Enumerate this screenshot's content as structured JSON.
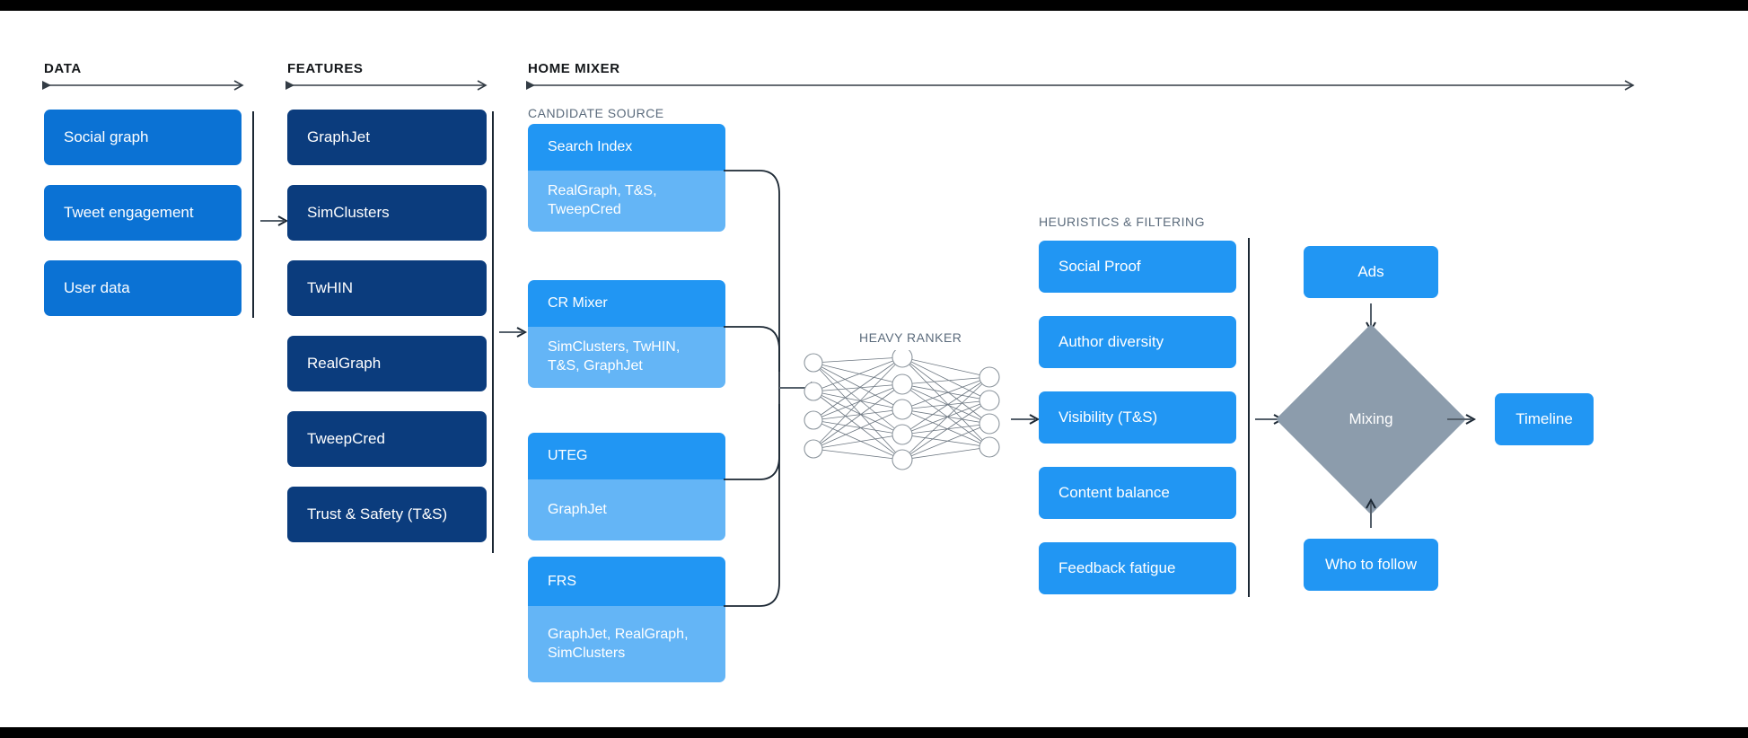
{
  "sections": {
    "data": {
      "title": "DATA"
    },
    "features": {
      "title": "FEATURES"
    },
    "home_mixer": {
      "title": "HOME MIXER"
    },
    "candidate_source": {
      "title": "CANDIDATE SOURCE"
    },
    "heavy_ranker": {
      "title": "HEAVY RANKER"
    },
    "heuristics": {
      "title": "HEURISTICS & FILTERING"
    }
  },
  "data_boxes": [
    {
      "label": "Social graph"
    },
    {
      "label": "Tweet engagement"
    },
    {
      "label": "User data"
    }
  ],
  "feature_boxes": [
    {
      "label": "GraphJet"
    },
    {
      "label": "SimClusters"
    },
    {
      "label": "TwHIN"
    },
    {
      "label": "RealGraph"
    },
    {
      "label": "TweepCred"
    },
    {
      "label": "Trust & Safety (T&S)"
    }
  ],
  "candidate_sources": [
    {
      "name": "Search Index",
      "features": "RealGraph, T&S, TweepCred"
    },
    {
      "name": "CR Mixer",
      "features": "SimClusters, TwHIN, T&S, GraphJet"
    },
    {
      "name": "UTEG",
      "features": "GraphJet"
    },
    {
      "name": "FRS",
      "features": "GraphJet, RealGraph, SimClusters"
    }
  ],
  "heuristics_boxes": [
    {
      "label": "Social Proof"
    },
    {
      "label": "Author diversity"
    },
    {
      "label": "Visibility (T&S)"
    },
    {
      "label": "Content balance"
    },
    {
      "label": "Feedback fatigue"
    }
  ],
  "output": {
    "ads": "Ads",
    "mixing": "Mixing",
    "who_to_follow": "Who to follow",
    "timeline": "Timeline"
  },
  "neural_net": {
    "input_nodes": 4,
    "hidden_nodes": 5,
    "output_nodes": 4
  },
  "colors": {
    "data_blue": "#0b72d4",
    "feature_navy": "#0b3c7d",
    "candidate_head": "#2196f3",
    "candidate_body": "#64b5f6",
    "heuristic_blue": "#2196f3",
    "diamond_gray": "#8c9cac",
    "line_dark": "#1b2733",
    "text_muted": "#5b6b7c"
  }
}
